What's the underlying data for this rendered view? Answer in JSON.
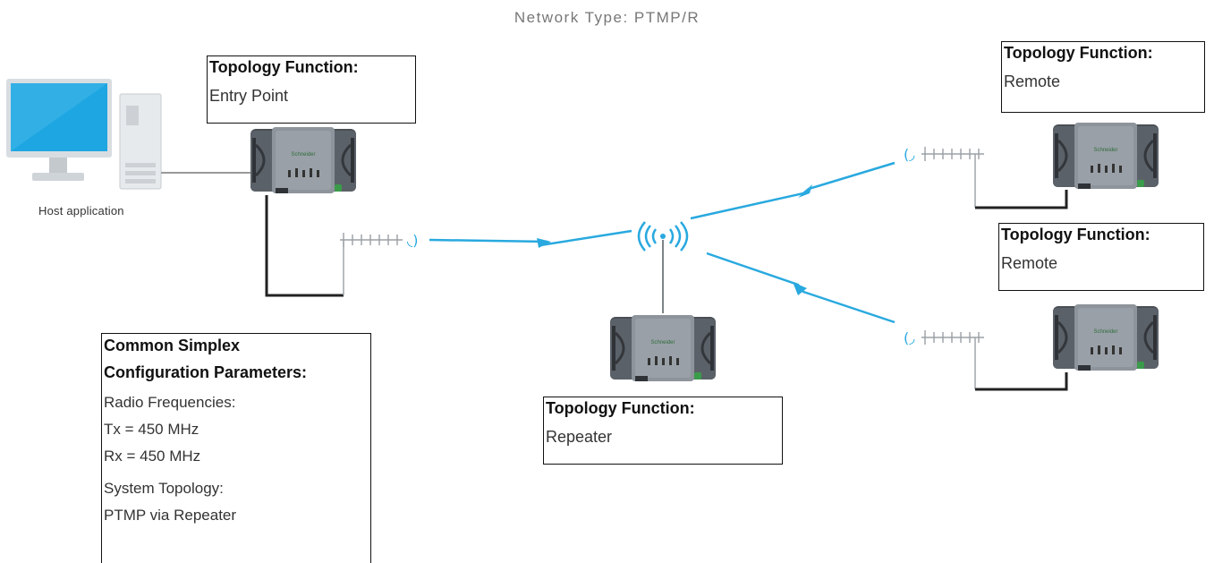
{
  "diagram": {
    "title": "Network Type: PTMP/R",
    "host_label": "Host application",
    "nodes": {
      "entry": {
        "heading": "Topology Function:",
        "value": "Entry Point"
      },
      "remote1": {
        "heading": "Topology Function:",
        "value": "Remote"
      },
      "remote2": {
        "heading": "Topology Function:",
        "value": "Remote"
      },
      "repeater": {
        "heading": "Topology Function:",
        "value": "Repeater"
      }
    },
    "params": {
      "heading_line1": "Common Simplex",
      "heading_line2": "Configuration Parameters:",
      "radio_label": "Radio Frequencies:",
      "tx": "Tx = 450 MHz",
      "rx": "Rx = 450 MHz",
      "topology_label": "System Topology:",
      "topology_value": "PTMP via Repeater"
    },
    "colors": {
      "link": "#29a9df",
      "device_body": "#4a4f55",
      "device_plate": "#8a9097",
      "accent_green": "#3a9c4a"
    }
  }
}
